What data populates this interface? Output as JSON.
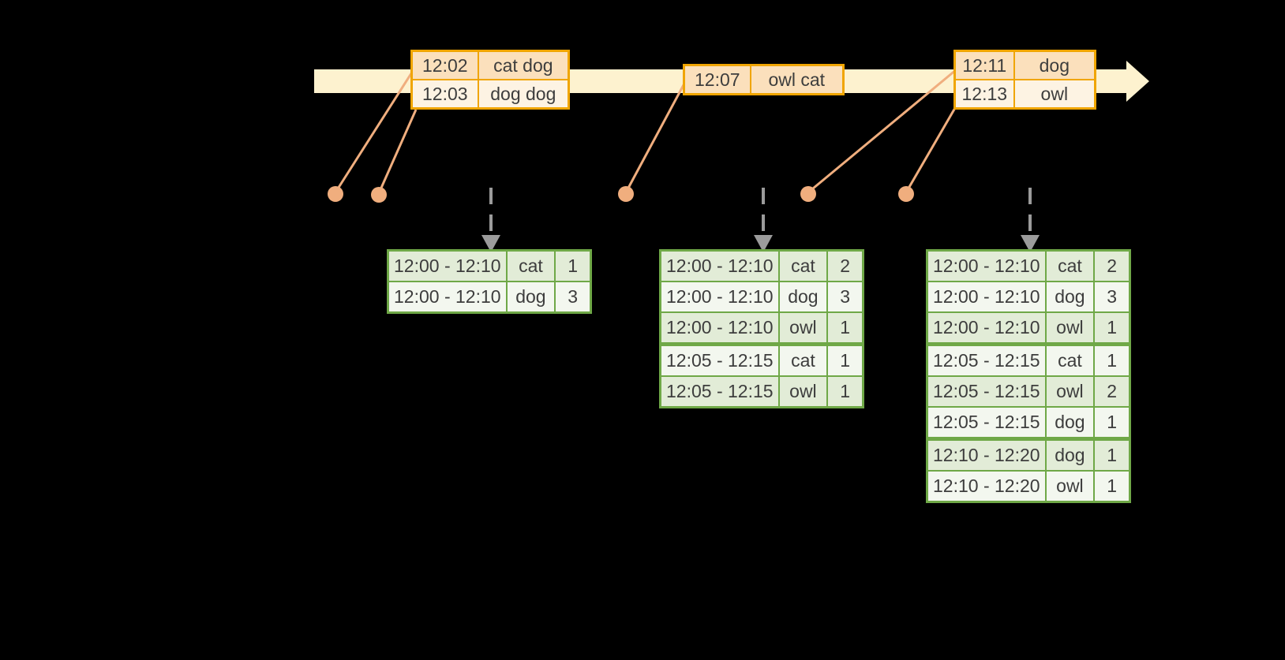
{
  "palette": {
    "background": "#000000",
    "timeline-fill": "#fdf2cf",
    "event-border": "#f0a502",
    "event-row-dark": "#fbe0bc",
    "event-row-light": "#fdf3e3",
    "connector": "#f0ae7e",
    "result-border": "#6fa847",
    "result-row-dark": "#e2ecd7",
    "result-row-light": "#f3f7ef",
    "arrow-gray": "#9b9b9b",
    "text": "#3d3d3d"
  },
  "timeline": {
    "event_tables": [
      {
        "rows": [
          {
            "time": "12:02",
            "words": "cat dog"
          },
          {
            "time": "12:03",
            "words": "dog dog"
          }
        ]
      },
      {
        "rows": [
          {
            "time": "12:07",
            "words": "owl cat"
          }
        ]
      },
      {
        "rows": [
          {
            "time": "12:11",
            "words": "dog"
          },
          {
            "time": "12:13",
            "words": "owl"
          }
        ]
      }
    ]
  },
  "result_tables": [
    {
      "rows": [
        {
          "window": "12:00 - 12:10",
          "word": "cat",
          "count": "1"
        },
        {
          "window": "12:00 - 12:10",
          "word": "dog",
          "count": "3"
        }
      ]
    },
    {
      "rows": [
        {
          "window": "12:00 - 12:10",
          "word": "cat",
          "count": "2"
        },
        {
          "window": "12:00 - 12:10",
          "word": "dog",
          "count": "3"
        },
        {
          "window": "12:00 - 12:10",
          "word": "owl",
          "count": "1"
        },
        {
          "window": "12:05 - 12:15",
          "word": "cat",
          "count": "1"
        },
        {
          "window": "12:05 - 12:15",
          "word": "owl",
          "count": "1"
        }
      ]
    },
    {
      "rows": [
        {
          "window": "12:00 - 12:10",
          "word": "cat",
          "count": "2"
        },
        {
          "window": "12:00 - 12:10",
          "word": "dog",
          "count": "3"
        },
        {
          "window": "12:00 - 12:10",
          "word": "owl",
          "count": "1"
        },
        {
          "window": "12:05 - 12:15",
          "word": "cat",
          "count": "1"
        },
        {
          "window": "12:05 - 12:15",
          "word": "owl",
          "count": "2"
        },
        {
          "window": "12:05 - 12:15",
          "word": "dog",
          "count": "1"
        },
        {
          "window": "12:10 - 12:20",
          "word": "dog",
          "count": "1"
        },
        {
          "window": "12:10 - 12:20",
          "word": "owl",
          "count": "1"
        }
      ]
    }
  ]
}
